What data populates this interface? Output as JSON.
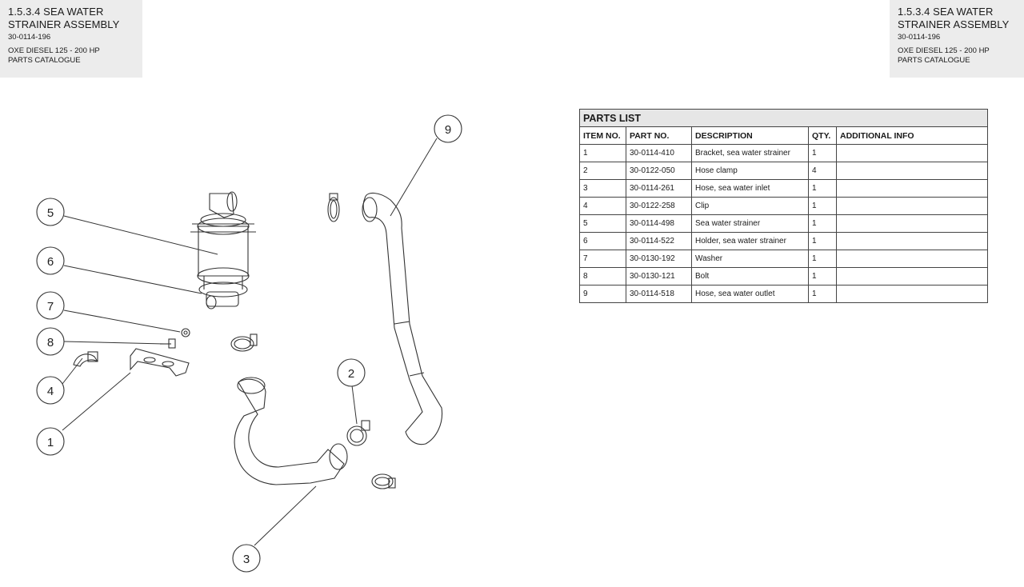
{
  "header_left": {
    "title_line1": "1.5.3.4 SEA WATER",
    "title_line2": "STRAINER ASSEMBLY",
    "part_number": "30-0114-196",
    "subtitle_line1": "OXE DIESEL 125 - 200 HP",
    "subtitle_line2": "PARTS CATALOGUE"
  },
  "header_right": {
    "title_line1": "1.5.3.4 SEA WATER",
    "title_line2": "STRAINER ASSEMBLY",
    "part_number": "30-0114-196",
    "subtitle_line1": "OXE DIESEL 125 - 200 HP",
    "subtitle_line2": "PARTS CATALOGUE"
  },
  "parts_list": {
    "title": "PARTS LIST",
    "columns": [
      "ITEM NO.",
      "PART NO.",
      "DESCRIPTION",
      "QTY.",
      "ADDITIONAL INFO"
    ],
    "rows": [
      [
        "1",
        "30-0114-410",
        "Bracket, sea water strainer",
        "1",
        ""
      ],
      [
        "2",
        "30-0122-050",
        "Hose clamp",
        "4",
        ""
      ],
      [
        "3",
        "30-0114-261",
        "Hose, sea water inlet",
        "1",
        ""
      ],
      [
        "4",
        "30-0122-258",
        "Clip",
        "1",
        ""
      ],
      [
        "5",
        "30-0114-498",
        "Sea water strainer",
        "1",
        ""
      ],
      [
        "6",
        "30-0114-522",
        "Holder, sea water strainer",
        "1",
        ""
      ],
      [
        "7",
        "30-0130-192",
        "Washer",
        "1",
        ""
      ],
      [
        "8",
        "30-0130-121",
        "Bolt",
        "1",
        ""
      ],
      [
        "9",
        "30-0114-518",
        "Hose, sea water outlet",
        "1",
        ""
      ]
    ]
  },
  "callouts": [
    "1",
    "2",
    "3",
    "4",
    "5",
    "6",
    "7",
    "8",
    "9"
  ]
}
